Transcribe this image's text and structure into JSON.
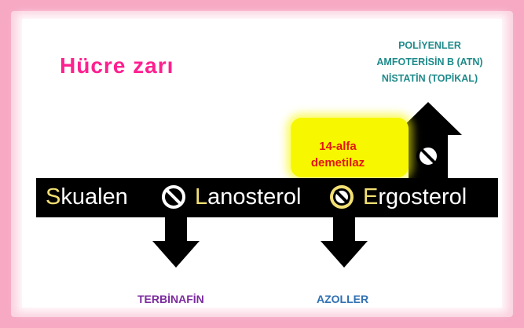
{
  "title": "Hücre zarı",
  "top_labels": [
    "POLİYENLER",
    "AMFOTERİSİN B (ATN)",
    "NİSTATİN (TOPİKAL)"
  ],
  "enzyme_label": [
    "14-alfa",
    "demetilaz"
  ],
  "pathway": [
    {
      "first": "S",
      "rest": "kualen"
    },
    {
      "first": "L",
      "rest": "anosterol"
    },
    {
      "first": "E",
      "rest": "rgosterol"
    }
  ],
  "bottom_labels": {
    "terbinafin": "TERBİNAFİN",
    "azoller": "AZOLLER"
  },
  "colors": {
    "title": "#ff1f8f",
    "top_labels": "#1f8a8a",
    "enzyme": "#e41414",
    "highlight": "#f7f700",
    "terbinafin": "#7b2a9e",
    "azoller": "#2f6fb2",
    "first_letter": "#f3e073"
  },
  "icons": [
    "inhibition-icon",
    "arrow-down-icon",
    "arrow-up-icon"
  ]
}
